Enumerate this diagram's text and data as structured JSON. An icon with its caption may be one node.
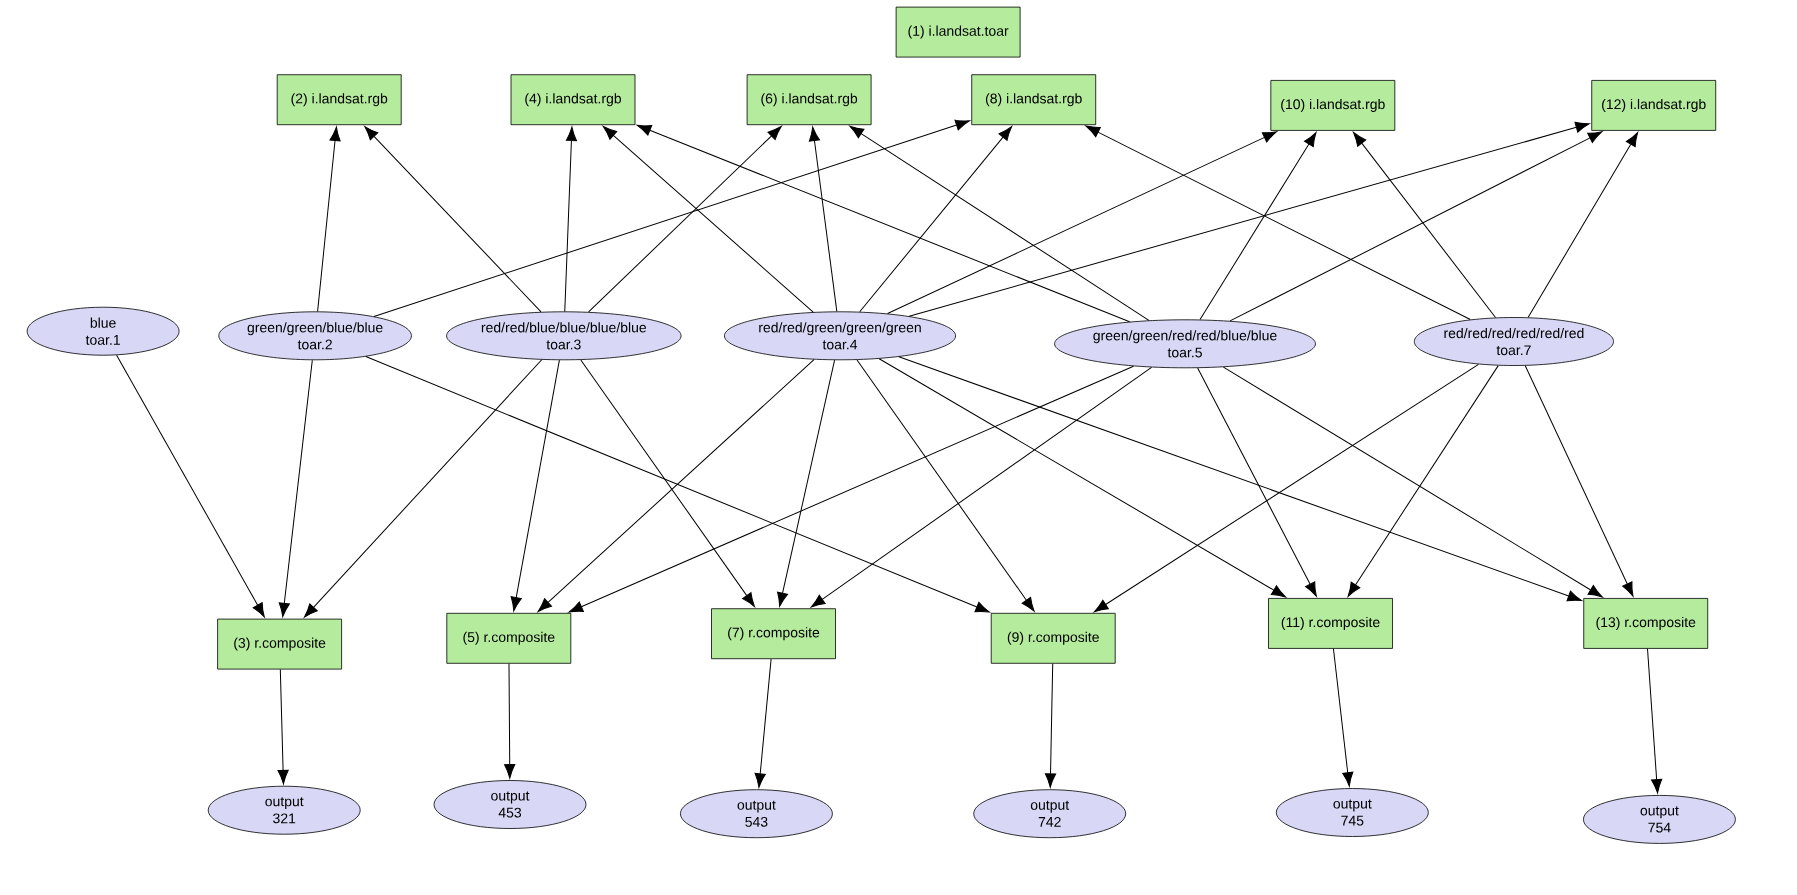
{
  "diagram": {
    "nodes": [
      {
        "text": [
          "(1) i.landsat.toar"
        ]
      },
      {
        "text": [
          "(2) i.landsat.rgb"
        ]
      },
      {
        "text": [
          "(4) i.landsat.rgb"
        ]
      },
      {
        "text": [
          "(6) i.landsat.rgb"
        ]
      },
      {
        "text": [
          "(8) i.landsat.rgb"
        ]
      },
      {
        "text": [
          "(10) i.landsat.rgb"
        ]
      },
      {
        "text": [
          "(12) i.landsat.rgb"
        ]
      },
      {
        "text": [
          "blue",
          "toar.1"
        ]
      },
      {
        "text": [
          "green/green/blue/blue",
          "toar.2"
        ]
      },
      {
        "text": [
          "red/red/blue/blue/blue/blue",
          "toar.3"
        ]
      },
      {
        "text": [
          "red/red/green/green/green",
          "toar.4"
        ]
      },
      {
        "text": [
          "green/green/red/red/blue/blue",
          "toar.5"
        ]
      },
      {
        "text": [
          "red/red/red/red/red/red",
          "toar.7"
        ]
      },
      {
        "text": [
          "(3) r.composite"
        ]
      },
      {
        "text": [
          "(5) r.composite"
        ]
      },
      {
        "text": [
          "(7) r.composite"
        ]
      },
      {
        "text": [
          "(9) r.composite"
        ]
      },
      {
        "text": [
          "(11) r.composite"
        ]
      },
      {
        "text": [
          "(13) r.composite"
        ]
      },
      {
        "text": [
          "output",
          "321"
        ]
      },
      {
        "text": [
          "output",
          "453"
        ]
      },
      {
        "text": [
          "output",
          "543"
        ]
      },
      {
        "text": [
          "output",
          "742"
        ]
      },
      {
        "text": [
          "output",
          "745"
        ]
      },
      {
        "text": [
          "output",
          "754"
        ]
      }
    ],
    "edges": [
      {
        "from": 8,
        "to": 1,
        "arrow": "to"
      },
      {
        "from": 8,
        "to": 4,
        "arrow": "to"
      },
      {
        "from": 9,
        "to": 1,
        "arrow": "to"
      },
      {
        "from": 9,
        "to": 2,
        "arrow": "to"
      },
      {
        "from": 9,
        "to": 3,
        "arrow": "to"
      },
      {
        "from": 10,
        "to": 2,
        "arrow": "to"
      },
      {
        "from": 10,
        "to": 3,
        "arrow": "to"
      },
      {
        "from": 10,
        "to": 4,
        "arrow": "to"
      },
      {
        "from": 10,
        "to": 5,
        "arrow": "to"
      },
      {
        "from": 10,
        "to": 6,
        "arrow": "to"
      },
      {
        "from": 11,
        "to": 2,
        "arrow": "to"
      },
      {
        "from": 11,
        "to": 3,
        "arrow": "to"
      },
      {
        "from": 11,
        "to": 5,
        "arrow": "to"
      },
      {
        "from": 11,
        "to": 6,
        "arrow": "to"
      },
      {
        "from": 12,
        "to": 4,
        "arrow": "to"
      },
      {
        "from": 12,
        "to": 5,
        "arrow": "to"
      },
      {
        "from": 12,
        "to": 6,
        "arrow": "to"
      },
      {
        "from": 7,
        "to": 13,
        "arrow": "to"
      },
      {
        "from": 8,
        "to": 13,
        "arrow": "to"
      },
      {
        "from": 9,
        "to": 13,
        "arrow": "to"
      },
      {
        "from": 8,
        "to": 16,
        "arrow": "to"
      },
      {
        "from": 9,
        "to": 14,
        "arrow": "to"
      },
      {
        "from": 9,
        "to": 15,
        "arrow": "to"
      },
      {
        "from": 10,
        "to": 14,
        "arrow": "to"
      },
      {
        "from": 10,
        "to": 15,
        "arrow": "to"
      },
      {
        "from": 10,
        "to": 16,
        "arrow": "to"
      },
      {
        "from": 10,
        "to": 17,
        "arrow": "to"
      },
      {
        "from": 10,
        "to": 18,
        "arrow": "to"
      },
      {
        "from": 11,
        "to": 14,
        "arrow": "to"
      },
      {
        "from": 11,
        "to": 15,
        "arrow": "to"
      },
      {
        "from": 11,
        "to": 17,
        "arrow": "to"
      },
      {
        "from": 11,
        "to": 18,
        "arrow": "to"
      },
      {
        "from": 12,
        "to": 16,
        "arrow": "to"
      },
      {
        "from": 12,
        "to": 17,
        "arrow": "to"
      },
      {
        "from": 12,
        "to": 18,
        "arrow": "to"
      },
      {
        "from": 13,
        "to": 19,
        "arrow": "to"
      },
      {
        "from": 14,
        "to": 20,
        "arrow": "to"
      },
      {
        "from": 15,
        "to": 21,
        "arrow": "to"
      },
      {
        "from": 16,
        "to": 22,
        "arrow": "to"
      },
      {
        "from": 17,
        "to": 23,
        "arrow": "to"
      },
      {
        "from": 18,
        "to": 24,
        "arrow": "to"
      }
    ]
  }
}
